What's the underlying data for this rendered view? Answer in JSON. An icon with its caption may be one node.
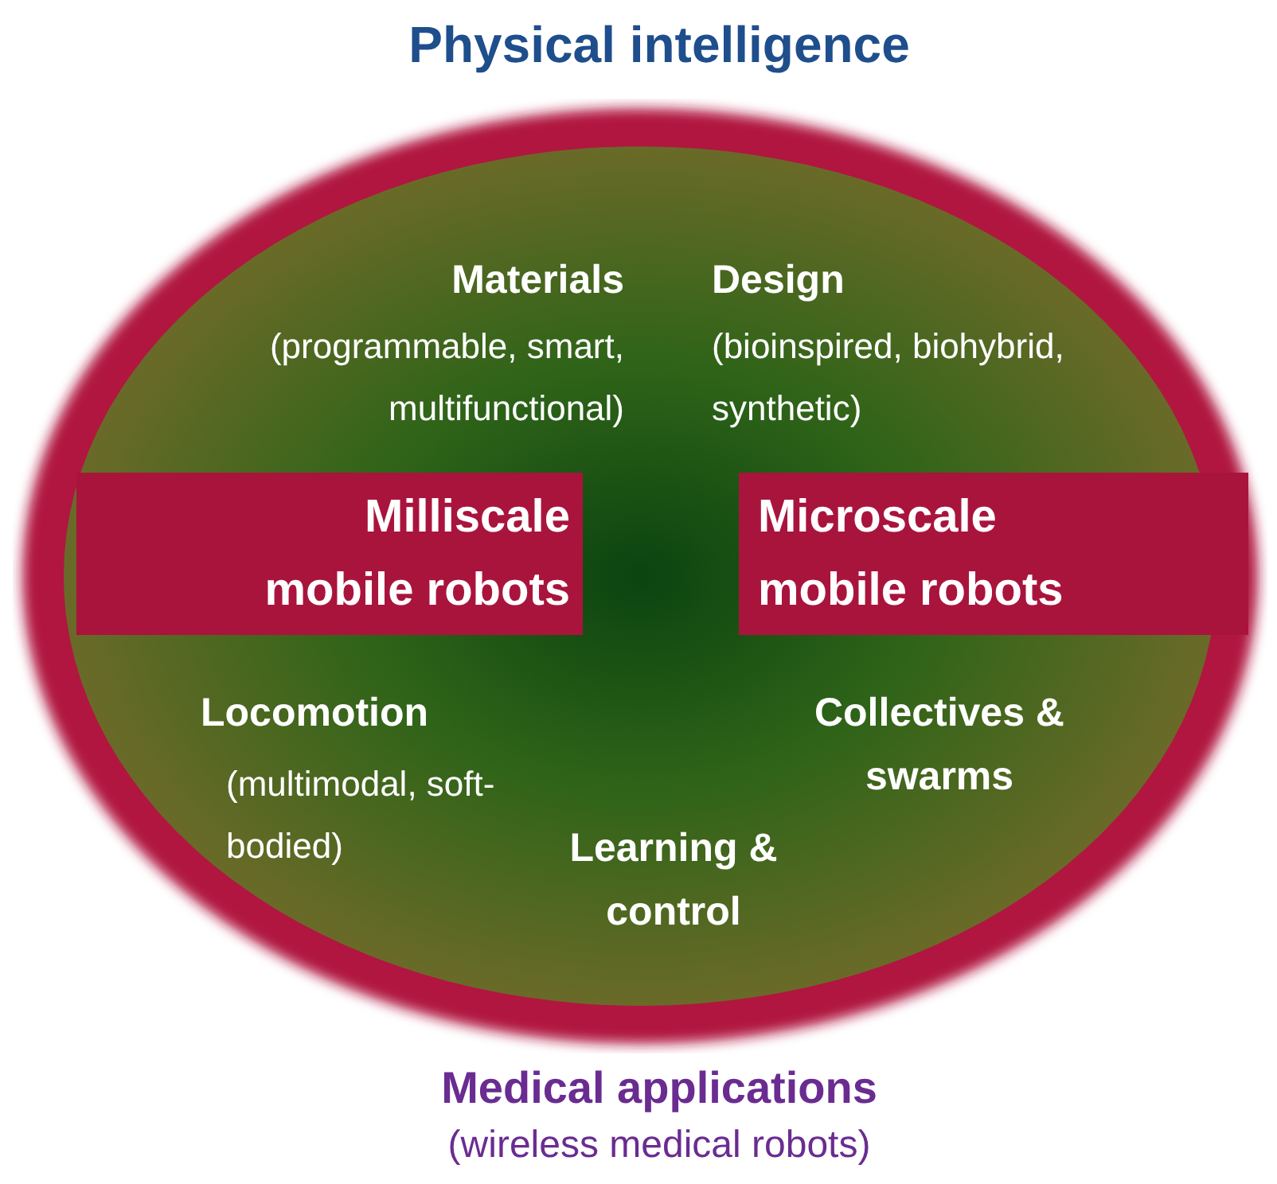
{
  "diagram": {
    "title": "Physical intelligence",
    "nodes": [
      {
        "text": [
          "Materials",
          "(programmable, smart, multifunctional)",
          "Design",
          "(bioinspired, biohybrid, synthetic)",
          "Locomotion",
          "(multimodal, soft-bodied)",
          "Collectives & swarms",
          "Learning & control"
        ]
      },
      {
        "text": [
          "Milliscale mobile robots"
        ],
        "in": 0
      },
      {
        "text": [
          "Microscale mobile robots"
        ],
        "in": 0
      }
    ],
    "labels": [
      "Medical applications",
      "(wireless medical robots)"
    ]
  }
}
